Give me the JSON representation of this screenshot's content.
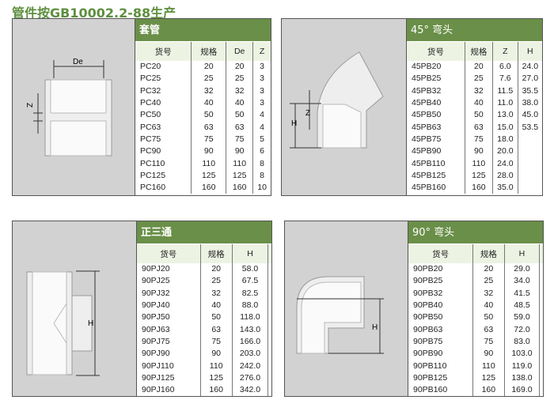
{
  "title": "管件按GB10002.2-88生产",
  "tables": [
    {
      "name": "套管",
      "columns": [
        "货号",
        "规格",
        "De",
        "Z"
      ],
      "rows": [
        [
          "PC20",
          "20",
          "20",
          "3"
        ],
        [
          "PC25",
          "25",
          "25",
          "3"
        ],
        [
          "PC32",
          "32",
          "32",
          "3"
        ],
        [
          "PC40",
          "40",
          "40",
          "3"
        ],
        [
          "PC50",
          "50",
          "50",
          "4"
        ],
        [
          "PC63",
          "63",
          "63",
          "4"
        ],
        [
          "PC75",
          "75",
          "75",
          "5"
        ],
        [
          "PC90",
          "90",
          "90",
          "6"
        ],
        [
          "PC110",
          "110",
          "110",
          "8"
        ],
        [
          "PC125",
          "125",
          "125",
          "8"
        ],
        [
          "PC160",
          "160",
          "160",
          "10"
        ]
      ],
      "dims": [
        "De",
        "Z"
      ]
    },
    {
      "name": "45° 弯头",
      "columns": [
        "货号",
        "规格",
        "Z",
        "H"
      ],
      "rows": [
        [
          "45PB20",
          "20",
          "6.0",
          "24.0"
        ],
        [
          "45PB25",
          "25",
          "7.6",
          "27.0"
        ],
        [
          "45PB32",
          "32",
          "11.5",
          "35.5"
        ],
        [
          "45PB40",
          "40",
          "11.0",
          "38.0"
        ],
        [
          "45PB50",
          "50",
          "13.0",
          "45.0"
        ],
        [
          "45PB63",
          "63",
          "15.0",
          "53.5"
        ],
        [
          "45PB75",
          "75",
          "18.0",
          ""
        ],
        [
          "45PB90",
          "90",
          "20.0",
          ""
        ],
        [
          "45PB110",
          "110",
          "24.0",
          ""
        ],
        [
          "45PB125",
          "125",
          "28.0",
          ""
        ],
        [
          "45PB160",
          "160",
          "35.0",
          ""
        ]
      ],
      "dims": [
        "H",
        "Z"
      ]
    },
    {
      "name": "正三通",
      "columns": [
        "货号",
        "规格",
        "H",
        ""
      ],
      "rows": [
        [
          "90PJ20",
          "20",
          "58.0",
          ""
        ],
        [
          "90PJ25",
          "25",
          "67.5",
          ""
        ],
        [
          "90PJ32",
          "32",
          "82.5",
          ""
        ],
        [
          "90PJ40",
          "40",
          "88.0",
          ""
        ],
        [
          "90PJ50",
          "50",
          "118.0",
          ""
        ],
        [
          "90PJ63",
          "63",
          "143.0",
          ""
        ],
        [
          "90PJ75",
          "75",
          "166.0",
          ""
        ],
        [
          "90PJ90",
          "90",
          "203.0",
          ""
        ],
        [
          "90PJ110",
          "110",
          "242.0",
          ""
        ],
        [
          "90PJ125",
          "125",
          "276.0",
          ""
        ],
        [
          "90PJ160",
          "160",
          "342.0",
          ""
        ]
      ],
      "dims": [
        "H"
      ]
    },
    {
      "name": "90° 弯头",
      "columns": [
        "货号",
        "规格",
        "H",
        ""
      ],
      "rows": [
        [
          "90PB20",
          "20",
          "29.0",
          ""
        ],
        [
          "90PB25",
          "25",
          "34.0",
          ""
        ],
        [
          "90PB32",
          "32",
          "41.5",
          ""
        ],
        [
          "90PB40",
          "40",
          "48.5",
          ""
        ],
        [
          "90PB50",
          "50",
          "59.0",
          ""
        ],
        [
          "90PB63",
          "63",
          "72.0",
          ""
        ],
        [
          "90PB75",
          "75",
          "83.0",
          ""
        ],
        [
          "90PB90",
          "90",
          "103.0",
          ""
        ],
        [
          "90PB110",
          "110",
          "119.0",
          ""
        ],
        [
          "90PB125",
          "125",
          "138.0",
          ""
        ],
        [
          "90PB160",
          "160",
          "169.0",
          ""
        ]
      ],
      "dims": [
        "H"
      ]
    }
  ]
}
